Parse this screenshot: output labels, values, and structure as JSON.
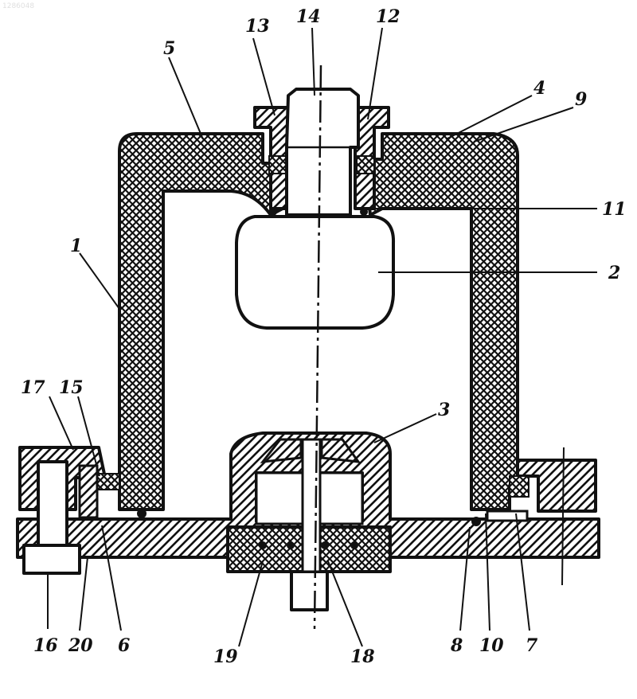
{
  "watermark": "1286048",
  "labels": {
    "l1": "1",
    "l2": "2",
    "l3": "3",
    "l4": "4",
    "l5": "5",
    "l6": "6",
    "l7": "7",
    "l8": "8",
    "l9": "9",
    "l10": "10",
    "l11": "11",
    "l12": "12",
    "l13": "13",
    "l14": "14",
    "l15": "15",
    "l16": "16",
    "l17": "17",
    "l18": "18",
    "l19": "19",
    "l20": "20"
  },
  "colors": {
    "ink": "#111111",
    "paper": "#ffffff"
  }
}
